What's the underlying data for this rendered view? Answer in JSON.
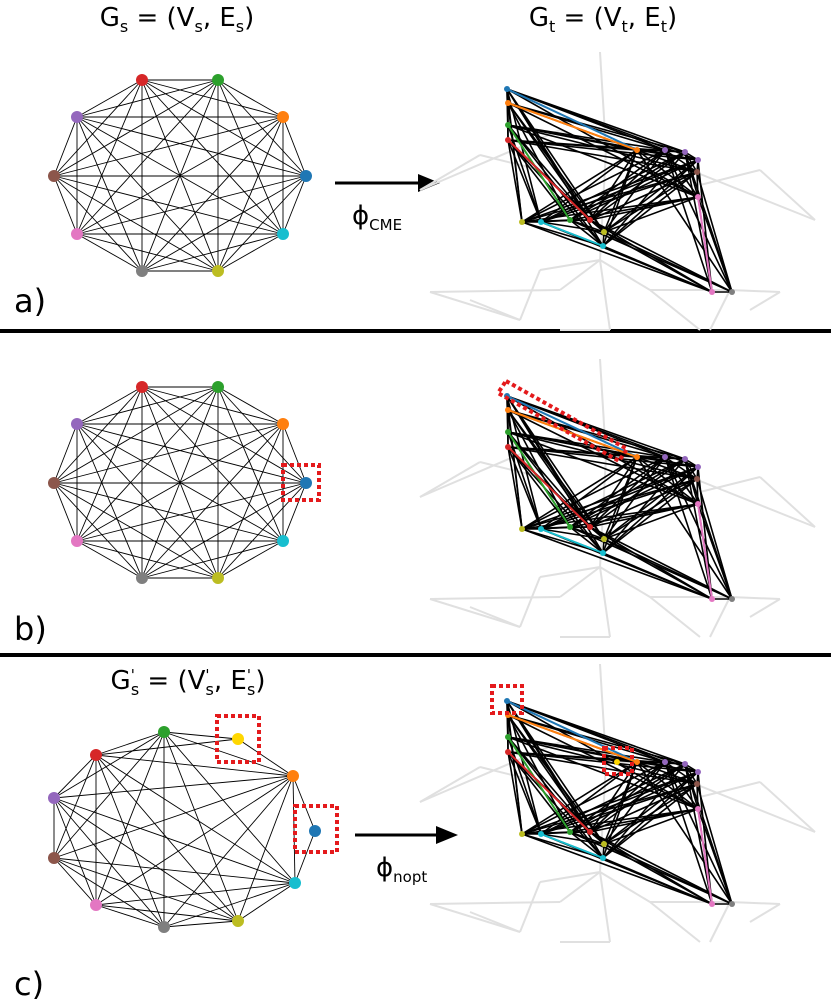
{
  "panel_a": {
    "source_graph": {
      "name": "G",
      "sub": "s",
      "eq": " = (V",
      "vsub": "s",
      "sep": ", E",
      "esub": "s",
      "close": ")"
    },
    "target_graph": {
      "name": "G",
      "sub": "t",
      "eq": " = (V",
      "vsub": "t",
      "sep": ", E",
      "esub": "t",
      "close": ")"
    },
    "mapping": {
      "symbol": "ϕ",
      "sub": "CME"
    },
    "panel_label": "a)"
  },
  "panel_b": {
    "panel_label": "b)"
  },
  "panel_c": {
    "source_graph": {
      "name": "G",
      "prime": "'",
      "sub": "s",
      "eq": " = (V",
      "vprime": "'",
      "vsub": "s",
      "sep": ", E",
      "eprime": "'",
      "esub": "s",
      "close": ")"
    },
    "mapping": {
      "symbol": "ϕ",
      "sub": "nopt"
    },
    "panel_label": "c)"
  },
  "colors": {
    "node_palette": [
      "#d62728",
      "#2ca02c",
      "#ff7f0e",
      "#1f77b4",
      "#17becf",
      "#bcbd22",
      "#7f7f7f",
      "#e377c2",
      "#8c564b",
      "#9467bd"
    ],
    "inserted_node": "#ffd700",
    "highlight": "#e41a1c",
    "background_graph": "#e0e0e0",
    "edge": "#000000"
  }
}
